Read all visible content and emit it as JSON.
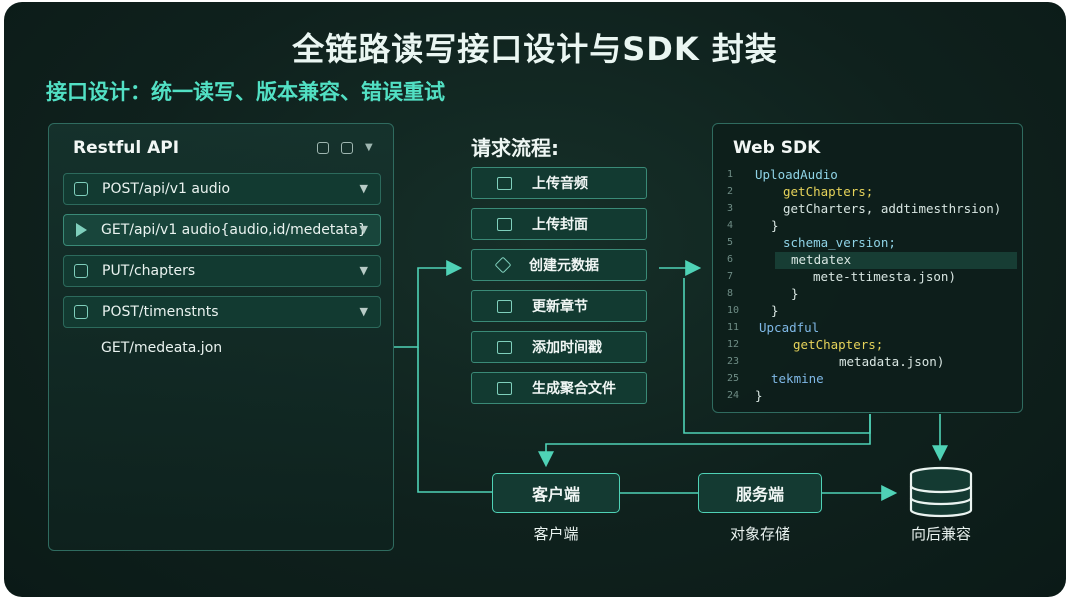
{
  "title": "全链路读写接口设计与SDK 封装",
  "subtitle": "接口设计：统一读写、版本兼容、错误重试",
  "api_panel": {
    "title": "Restful API",
    "endpoints": [
      "POST/api/v1 audio",
      "GET/api/v1 audio{audio,id/medetata}",
      "PUT/chapters",
      "POST/timenstnts"
    ],
    "extra_endpoint": "GET/medeata.jon"
  },
  "flow": {
    "title": "请求流程:",
    "steps": [
      "上传音频",
      "上传封面",
      "创建元数据",
      "更新章节",
      "添加时间戳",
      "生成聚合文件"
    ]
  },
  "sdk": {
    "title": "Web SDK",
    "lines": [
      {
        "n": "1",
        "t": "UploadAudio"
      },
      {
        "n": "2",
        "t": "getChapters;"
      },
      {
        "n": "3",
        "t": "getCharters, addtimesthrsion)"
      },
      {
        "n": "4",
        "t": "}"
      },
      {
        "n": "5",
        "t": "schema_version;"
      },
      {
        "n": "6",
        "t": "metdatex"
      },
      {
        "n": "7",
        "t": "mete-ttimesta.json)"
      },
      {
        "n": "8",
        "t": "}"
      },
      {
        "n": "10",
        "t": "}"
      },
      {
        "n": "11",
        "t": "Upcadful"
      },
      {
        "n": "12",
        "t": "getChapters;"
      },
      {
        "n": "23",
        "t": "metadata.json)"
      },
      {
        "n": "25",
        "t": "tekmine"
      },
      {
        "n": "24",
        "t": "}"
      }
    ]
  },
  "nodes": {
    "client_label": "客户端",
    "client_caption": "客户端",
    "server_label": "服务端",
    "server_caption": "对象存储",
    "db_caption": "向后兼容"
  },
  "colors": {
    "accent": "#4fd2b6",
    "subtitle": "#52e0c4",
    "keyword": "#e6d35a",
    "code_blue": "#7fb8e6"
  },
  "icons": [
    "home-icon",
    "play-icon",
    "clipboard-icon",
    "document-icon",
    "monitor-icon",
    "tablet-icon",
    "diamond-icon",
    "image-icon",
    "list-icon",
    "cube-icon",
    "database-icon"
  ]
}
